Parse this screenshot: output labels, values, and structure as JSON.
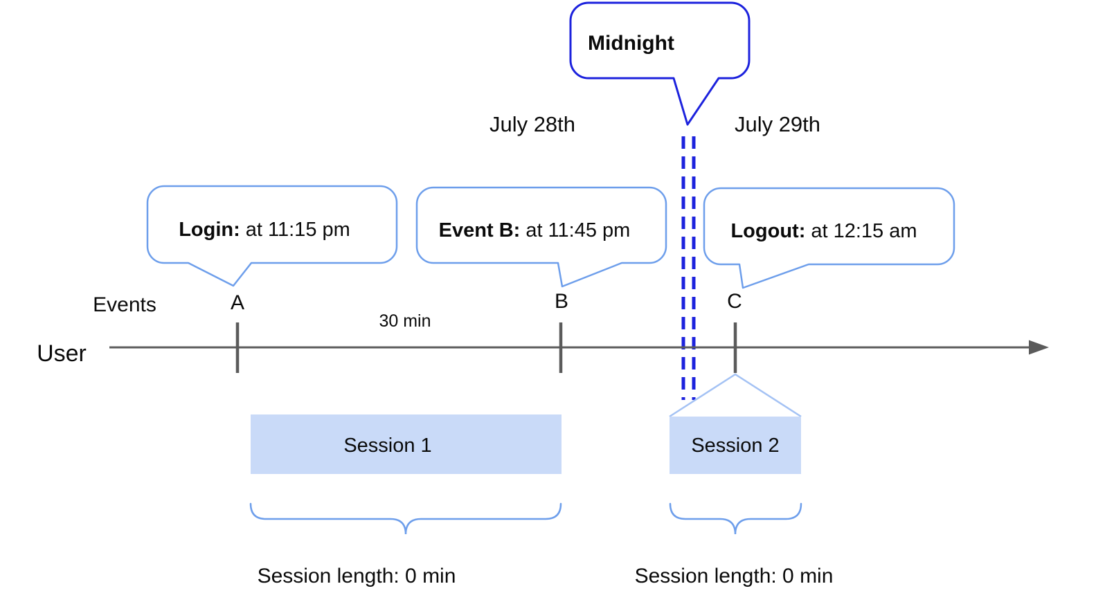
{
  "timeline": {
    "axis_label": "User",
    "events_row_label": "Events",
    "interval_label": "30 min",
    "events": [
      {
        "label": "A"
      },
      {
        "label": "B"
      },
      {
        "label": "C"
      }
    ]
  },
  "dates": {
    "before_midnight": "July 28th",
    "after_midnight": "July 29th"
  },
  "midnight_callout": {
    "label": "Midnight"
  },
  "callouts": [
    {
      "event": "A",
      "title": "Login:",
      "time": "at 11:15 pm"
    },
    {
      "event": "B",
      "title": "Event B:",
      "time": "at 11:45 pm"
    },
    {
      "event": "C",
      "title": "Logout:",
      "time": "at 12:15 am"
    }
  ],
  "sessions": [
    {
      "label": "Session 1",
      "length_label": "Session length: 0 min"
    },
    {
      "label": "Session 2",
      "length_label": "Session length: 0 min"
    }
  ],
  "colors": {
    "callout_border_blue": "#6d9eeb",
    "midnight_blue": "#1c22dd",
    "session_fill_blue": "#c9daf8",
    "projection_line_blue": "#a4c2f4",
    "axis_gray": "#5b5b5b",
    "text_black": "#0a0a0a"
  }
}
